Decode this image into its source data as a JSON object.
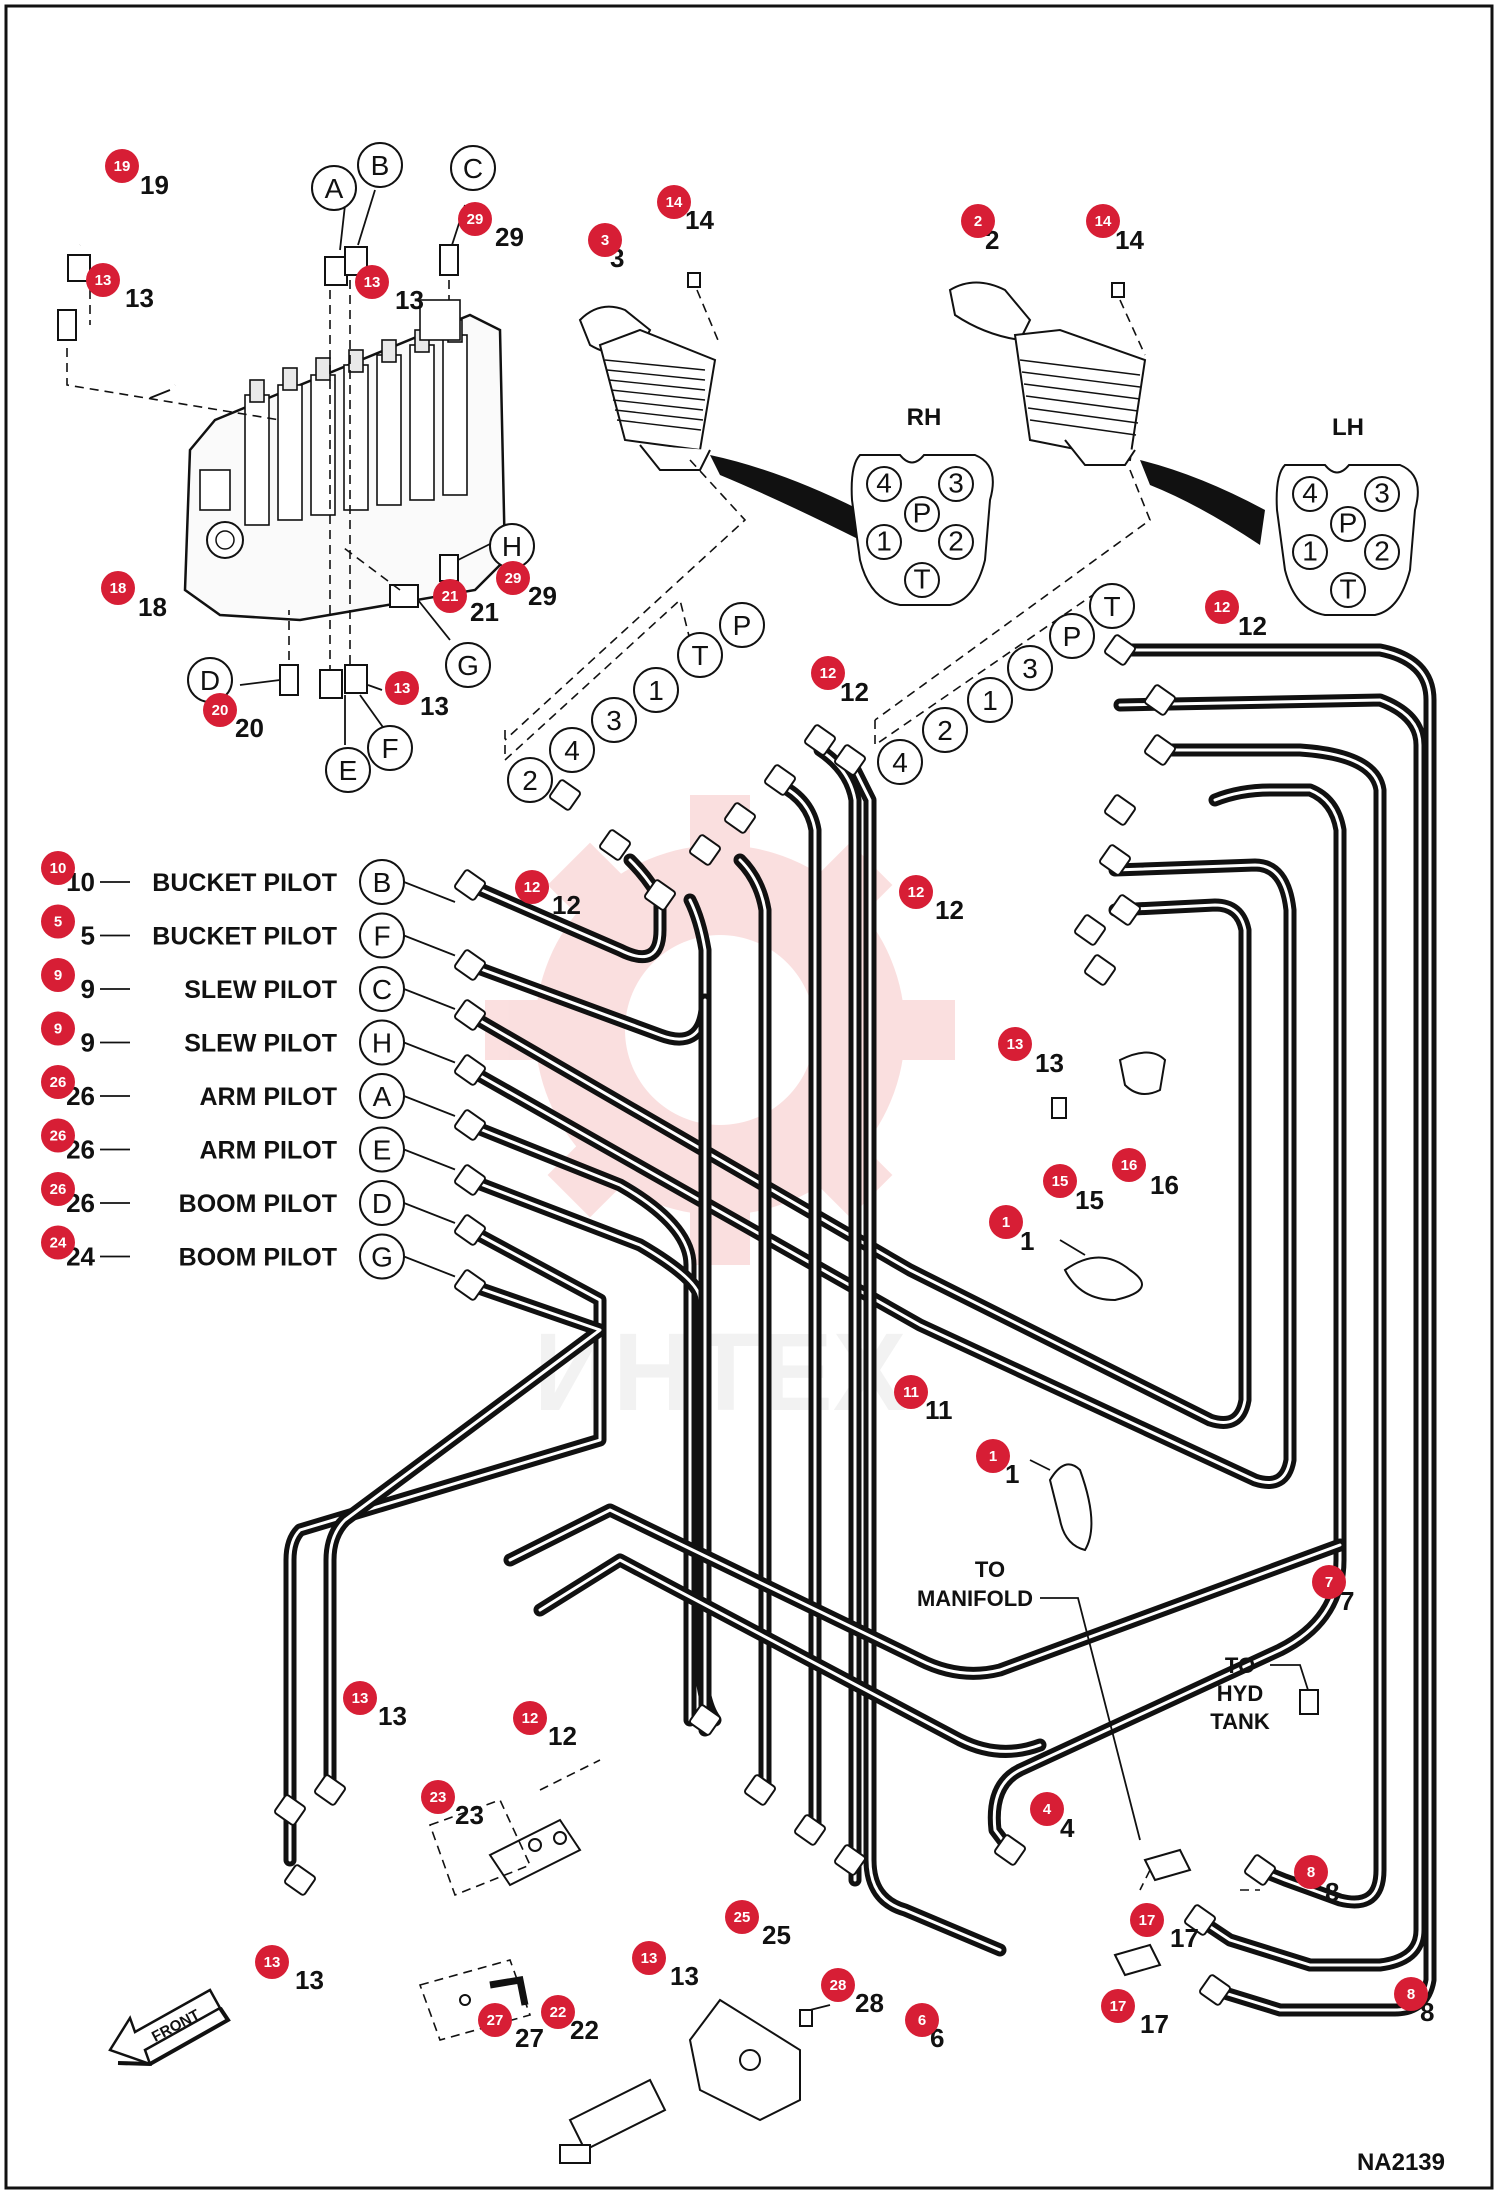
{
  "drawing_id": "NA2139",
  "watermark": "ИНТЕХ",
  "manifold_labels": {
    "rh": "RH",
    "lh": "LH",
    "rh_ports": [
      "4",
      "3",
      "P",
      "1",
      "2",
      "T"
    ],
    "lh_ports": [
      "4",
      "3",
      "P",
      "1",
      "2",
      "T"
    ]
  },
  "pilot_lines": [
    {
      "callout": "10",
      "ref": "10",
      "label": "BUCKET PILOT",
      "port": "B"
    },
    {
      "callout": "5",
      "ref": "5",
      "label": "BUCKET PILOT",
      "port": "F"
    },
    {
      "callout": "9",
      "ref": "9",
      "label": "SLEW PILOT",
      "port": "C"
    },
    {
      "callout": "9",
      "ref": "9",
      "label": "SLEW PILOT",
      "port": "H"
    },
    {
      "callout": "26",
      "ref": "26",
      "label": "ARM PILOT",
      "port": "A"
    },
    {
      "callout": "26",
      "ref": "26",
      "label": "ARM PILOT",
      "port": "E"
    },
    {
      "callout": "26",
      "ref": "26",
      "label": "BOOM PILOT",
      "port": "D"
    },
    {
      "callout": "24",
      "ref": "24",
      "label": "BOOM PILOT",
      "port": "G"
    }
  ],
  "rh_port_sequence": [
    "2",
    "4",
    "3",
    "1",
    "T",
    "P"
  ],
  "lh_port_sequence": [
    "4",
    "2",
    "1",
    "3",
    "P",
    "T"
  ],
  "valve_ports": [
    "A",
    "B",
    "C",
    "H",
    "G",
    "D",
    "E",
    "F"
  ],
  "callouts": [
    {
      "n": "19",
      "ref": "19"
    },
    {
      "n": "13",
      "ref": "13"
    },
    {
      "n": "13",
      "ref": "13"
    },
    {
      "n": "29",
      "ref": "29"
    },
    {
      "n": "3",
      "ref": "3"
    },
    {
      "n": "14",
      "ref": "14"
    },
    {
      "n": "2",
      "ref": "2"
    },
    {
      "n": "14",
      "ref": "14"
    },
    {
      "n": "18",
      "ref": "18"
    },
    {
      "n": "29",
      "ref": "29"
    },
    {
      "n": "21",
      "ref": "21"
    },
    {
      "n": "20",
      "ref": "20"
    },
    {
      "n": "13",
      "ref": "13"
    },
    {
      "n": "12",
      "ref": "12"
    },
    {
      "n": "12",
      "ref": "12"
    },
    {
      "n": "12",
      "ref": "12"
    },
    {
      "n": "12",
      "ref": "12"
    },
    {
      "n": "13",
      "ref": "13"
    },
    {
      "n": "15",
      "ref": "15"
    },
    {
      "n": "16",
      "ref": "16"
    },
    {
      "n": "1",
      "ref": "1"
    },
    {
      "n": "11",
      "ref": "11"
    },
    {
      "n": "1",
      "ref": "1"
    },
    {
      "n": "7",
      "ref": "7"
    },
    {
      "n": "13",
      "ref": "13"
    },
    {
      "n": "12",
      "ref": "12"
    },
    {
      "n": "23",
      "ref": "23"
    },
    {
      "n": "4",
      "ref": "4"
    },
    {
      "n": "8",
      "ref": "8"
    },
    {
      "n": "17",
      "ref": "17"
    },
    {
      "n": "25",
      "ref": "25"
    },
    {
      "n": "13",
      "ref": "13"
    },
    {
      "n": "13",
      "ref": "13"
    },
    {
      "n": "28",
      "ref": "28"
    },
    {
      "n": "17",
      "ref": "17"
    },
    {
      "n": "8",
      "ref": "8"
    },
    {
      "n": "6",
      "ref": "6"
    },
    {
      "n": "27",
      "ref": "27"
    },
    {
      "n": "22",
      "ref": "22"
    }
  ],
  "annotations": {
    "to_manifold": [
      "TO",
      "MANIFOLD"
    ],
    "to_hyd_tank": [
      "TO",
      "HYD",
      "TANK"
    ],
    "front": "FRONT"
  },
  "colors": {
    "badge": "#d71e35",
    "line": "#111111",
    "watermark": "#f3b4b4"
  }
}
